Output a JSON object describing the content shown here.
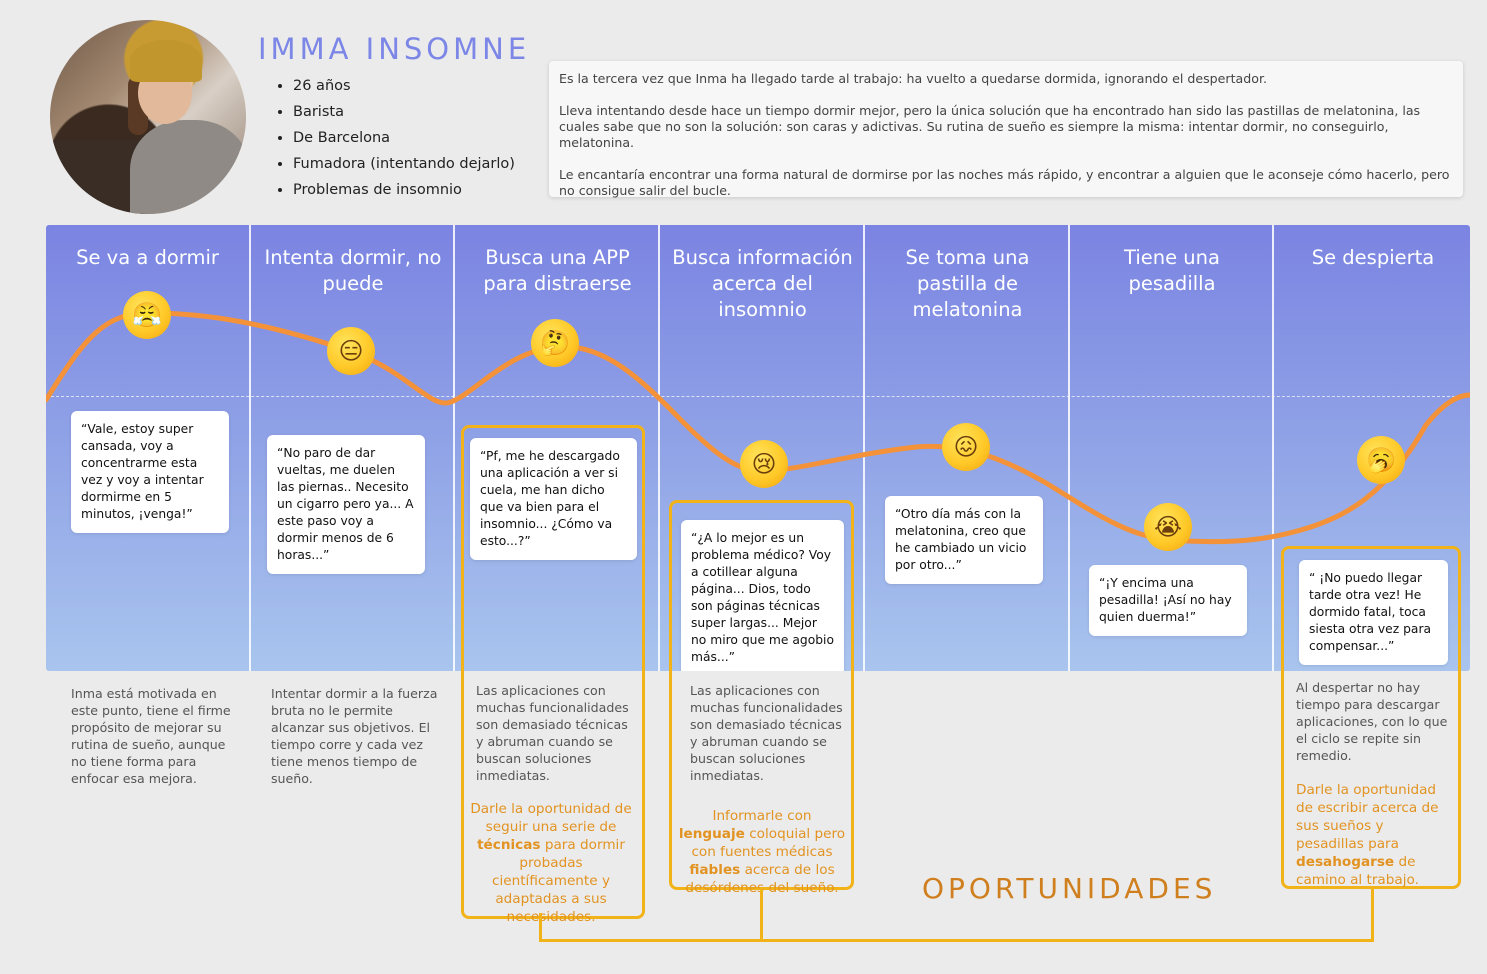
{
  "persona": {
    "name": "IMMA INSOMNE",
    "facts": [
      "26 años",
      "Barista",
      "De Barcelona",
      "Fumadora (intentando dejarlo)",
      "Problemas de insomnio"
    ],
    "bio": [
      "Es la tercera vez que Inma ha llegado tarde al trabajo: ha vuelto a quedarse dormida, ignorando el despertador.",
      "Lleva intentando desde hace un tiempo dormir mejor, pero la única solución que ha encontrado han sido las pastillas de melatonina, las cuales sabe que no son la solución: son caras y adictivas. Su rutina de sueño es siempre la misma: intentar dormir, no conseguirlo, melatonina.",
      "Le encantaría encontrar una forma natural de dormirse por las noches más rápido, y encontrar a alguien que le aconseje cómo hacerlo, pero no consigue salir del bucle."
    ]
  },
  "stages": [
    {
      "title": "Se va a dormir",
      "emoji": "😤",
      "quote": "“Vale, estoy super cansada, voy a concentrarme esta vez y voy a intentar dormirme en 5 minutos, ¡venga!”",
      "note": "Inma está motivada en este punto, tiene el firme propósito de mejorar su rutina de sueño, aunque no tiene forma para enfocar esa mejora."
    },
    {
      "title": "Intenta dormir, no puede",
      "emoji": "😑",
      "quote": "“No paro de dar vueltas, me duelen las piernas.. Necesito un cigarro pero ya... A este paso voy a dormir menos de 6 horas...”",
      "note": "Intentar dormir a la fuerza bruta no le permite alcanzar sus objetivos. El tiempo corre y cada vez tiene menos tiempo de sueño."
    },
    {
      "title": "Busca una APP para distraerse",
      "emoji": "🤔",
      "quote": "“Pf, me he descargado una aplicación a ver si cuela, me han dicho que va bien para el insomnio... ¿Cómo va esto...?”",
      "note": "Las aplicaciones con muchas funcionalidades son demasiado técnicas y abruman cuando se buscan soluciones inmediatas.",
      "opp_html": [
        "Darle la oportunidad de seguir una serie de ",
        "técnicas",
        " para dormir probadas científicamente y adaptadas a sus necesidades."
      ]
    },
    {
      "title": "Busca información acerca del insomnio",
      "emoji": "😢",
      "quote": "“¿A lo mejor es un problema médico? Voy a cotillear alguna página... Dios, todo son páginas técnicas super largas... Mejor no miro que me agobio más...”",
      "note": "Las aplicaciones con muchas funcionalidades son demasiado técnicas y abruman cuando se buscan soluciones inmediatas.",
      "opp_parts": [
        "Informarle con ",
        "lenguaje",
        " coloquial pero con fuentes médicas ",
        "fiables",
        " acerca de los desórdenes del sueño."
      ]
    },
    {
      "title": "Se toma una pastilla de melatonina",
      "emoji": "😖",
      "quote": "“Otro día más con la melatonina, creo que he cambiado un vicio por otro...”"
    },
    {
      "title": "Tiene una pesadilla",
      "emoji": "😭",
      "quote": "“¡Y encima una pesadilla! ¡Así no hay quien duerma!”"
    },
    {
      "title": "Se despierta",
      "emoji": "🥱",
      "quote": "“ ¡No puedo llegar tarde otra vez! He dormido fatal, toca siesta otra vez para compensar...”",
      "note": "Al despertar no hay tiempo para descargar aplicaciones, con lo que el ciclo se repite sin remedio.",
      "opp_parts": [
        "Darle la oportunidad de escribir acerca de sus sueños y pesadillas para ",
        "desahogarse",
        " de camino al trabajo."
      ]
    }
  ],
  "opportunities_label": "OPORTUNIDADES",
  "colors": {
    "accent": "#7b86e6",
    "curve": "#f4923a",
    "opportunity": "#f2b319"
  }
}
